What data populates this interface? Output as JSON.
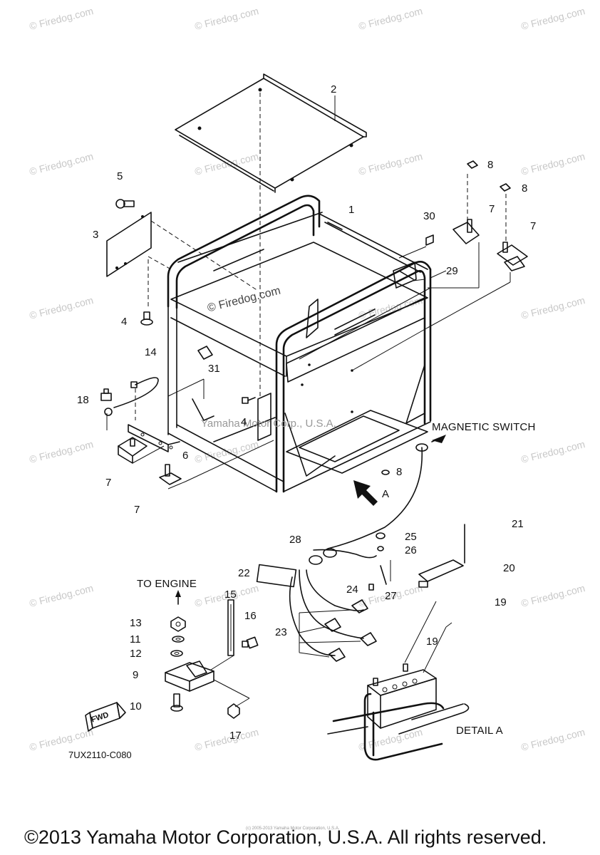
{
  "watermark": {
    "text": "© Firedog.com"
  },
  "center_watermark": "© Firedog.com",
  "center_watermark2": "Yamaha Motor Corp., U.S.A.",
  "part_labels": [
    {
      "id": "2",
      "text": "2"
    },
    {
      "id": "1",
      "text": "1"
    },
    {
      "id": "3",
      "text": "3"
    },
    {
      "id": "4a",
      "text": "4"
    },
    {
      "id": "4b",
      "text": "4"
    },
    {
      "id": "5",
      "text": "5"
    },
    {
      "id": "6",
      "text": "6"
    },
    {
      "id": "7a",
      "text": "7"
    },
    {
      "id": "7b",
      "text": "7"
    },
    {
      "id": "7c",
      "text": "7"
    },
    {
      "id": "7d",
      "text": "7"
    },
    {
      "id": "8a",
      "text": "8"
    },
    {
      "id": "8b",
      "text": "8"
    },
    {
      "id": "8c",
      "text": "8"
    },
    {
      "id": "9",
      "text": "9"
    },
    {
      "id": "10",
      "text": "10"
    },
    {
      "id": "11",
      "text": "11"
    },
    {
      "id": "12",
      "text": "12"
    },
    {
      "id": "13",
      "text": "13"
    },
    {
      "id": "14",
      "text": "14"
    },
    {
      "id": "15",
      "text": "15"
    },
    {
      "id": "16",
      "text": "16"
    },
    {
      "id": "17",
      "text": "17"
    },
    {
      "id": "18",
      "text": "18"
    },
    {
      "id": "19a",
      "text": "19"
    },
    {
      "id": "19b",
      "text": "19"
    },
    {
      "id": "20",
      "text": "20"
    },
    {
      "id": "21",
      "text": "21"
    },
    {
      "id": "22",
      "text": "22"
    },
    {
      "id": "23",
      "text": "23"
    },
    {
      "id": "24",
      "text": "24"
    },
    {
      "id": "25",
      "text": "25"
    },
    {
      "id": "26",
      "text": "26"
    },
    {
      "id": "27",
      "text": "27"
    },
    {
      "id": "28",
      "text": "28"
    },
    {
      "id": "29",
      "text": "29"
    },
    {
      "id": "30",
      "text": "30"
    },
    {
      "id": "31",
      "text": "31"
    },
    {
      "id": "A",
      "text": "A"
    }
  ],
  "callouts": {
    "magnetic_switch": "MAGNETIC SWITCH",
    "to_engine": "TO ENGINE",
    "detail_a": "DETAIL A",
    "fwd": "FWD"
  },
  "diagram_code": "7UX2110-C080",
  "copyright": "©2013 Yamaha Motor Corporation, U.S.A. All rights reserved.",
  "tiny_copyright": "(c) 2005-2013 Yamaha Motor Corporation, U.S.A."
}
